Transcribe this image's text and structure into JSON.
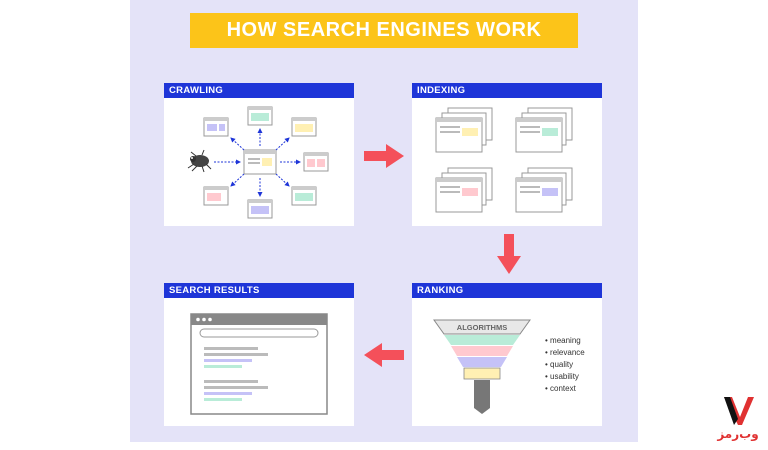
{
  "title": "HOW SEARCH ENGINES WORK",
  "panels": {
    "crawling": "CRAWLING",
    "indexing": "INDEXING",
    "ranking": "RANKING",
    "search_results": "SEARCH RESULTS"
  },
  "ranking": {
    "funnel_label": "ALGORITHMS",
    "factors": [
      "• meaning",
      "• relevance",
      "• quality",
      "• usability",
      "• context"
    ]
  },
  "icons": {
    "crawler": "spider-icon",
    "flow": "arrow-icon"
  },
  "colors": {
    "title_bg": "#fcc419",
    "panel_header": "#1e35d8",
    "arrow": "#f4505a",
    "canvas": "#e4e3f8",
    "block_purple": "#c5c2f7",
    "block_green": "#b9ecd8",
    "block_yellow": "#fff0b3",
    "block_pink": "#ffc9cf"
  },
  "watermark": "وب‌رمز"
}
